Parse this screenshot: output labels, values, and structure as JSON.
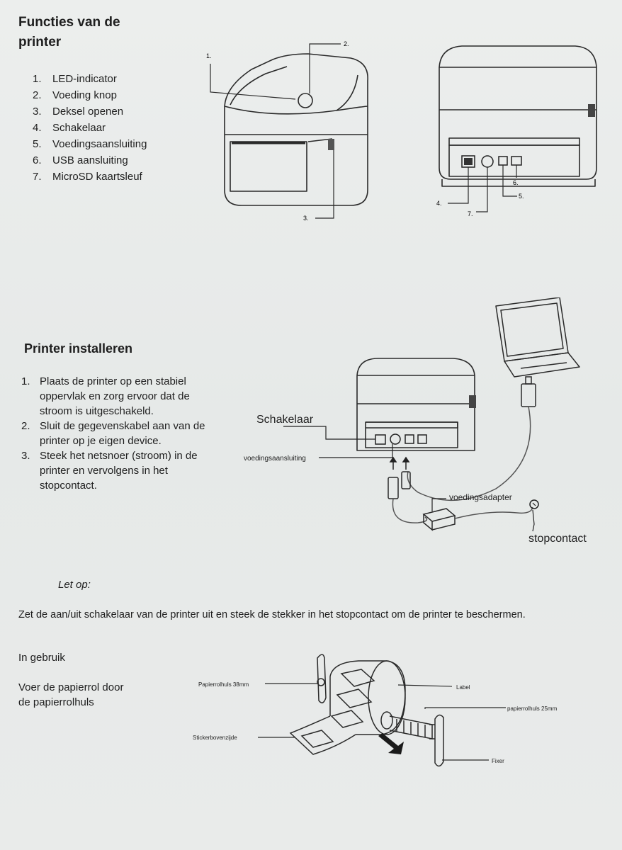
{
  "functions": {
    "title": "Functies van de printer",
    "items": [
      {
        "num": "1.",
        "label": "LED-indicator"
      },
      {
        "num": "2.",
        "label": "Voeding knop"
      },
      {
        "num": "3.",
        "label": "Deksel openen"
      },
      {
        "num": "4.",
        "label": "Schakelaar"
      },
      {
        "num": "5.",
        "label": "Voedingsaansluiting"
      },
      {
        "num": "6.",
        "label": "USB aansluiting"
      },
      {
        "num": "7.",
        "label": "MicroSD kaartsleuf"
      }
    ],
    "callouts": {
      "c1": "1.",
      "c2": "2.",
      "c3": "3.",
      "c4": "4.",
      "c5": "5.",
      "c6": "6.",
      "c7": "7."
    }
  },
  "install": {
    "title": "Printer installeren",
    "steps": [
      {
        "num": "1.",
        "text": "Plaats de printer op een stabiel oppervlak en zorg ervoor dat de stroom is uitgeschakeld."
      },
      {
        "num": "2.",
        "text": "Sluit de gegevenskabel aan van de printer op je eigen device."
      },
      {
        "num": "3.",
        "text": "Steek het netsnoer (stroom) in de printer en vervolgens in het stopcontact."
      }
    ],
    "diagram": {
      "switch_label": "Schakelaar",
      "power_port_label": "voedingsaansluiting",
      "adapter_label": "voedingsadapter",
      "outlet_label": "stopcontact"
    }
  },
  "note": {
    "heading": "Let op:",
    "text": "Zet de aan/uit schakelaar van de printer uit en steek de stekker in het stopcontact om de printer te beschermen."
  },
  "usage": {
    "heading": "In gebruik",
    "text": "Voer de papierrol door de papierrolhuls",
    "diagram": {
      "holder38": "Papierrolhuls 38mm",
      "label": "Label",
      "holder25": "papierrolhuls 25mm",
      "sticker_top": "Stickerbovenzijde",
      "fixer": "Fixer"
    }
  }
}
